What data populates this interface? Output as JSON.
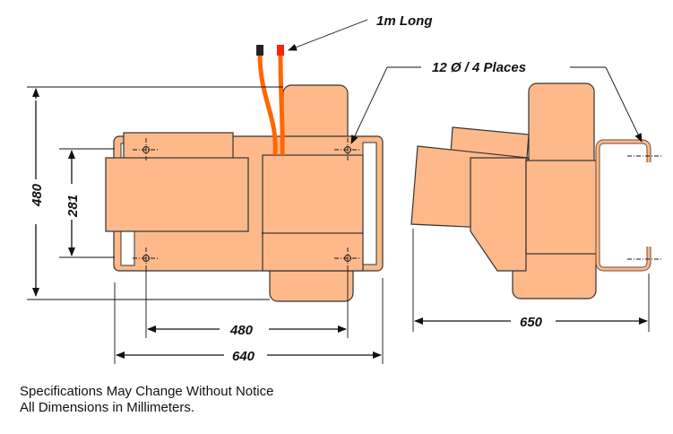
{
  "labels": {
    "cable_length": "1m Long",
    "holes": "12 Ø / 4 Places",
    "height_total": "480",
    "height_holes": "281",
    "width_holes": "480",
    "width_total": "640",
    "depth_total": "650"
  },
  "notes": [
    "Specifications May Change Without Notice",
    "All Dimensions in Millimeters."
  ],
  "colors": {
    "body": "#FDB98A",
    "cable": "#FF6600",
    "cap_red": "#FF2200",
    "cap_black": "#222222"
  }
}
